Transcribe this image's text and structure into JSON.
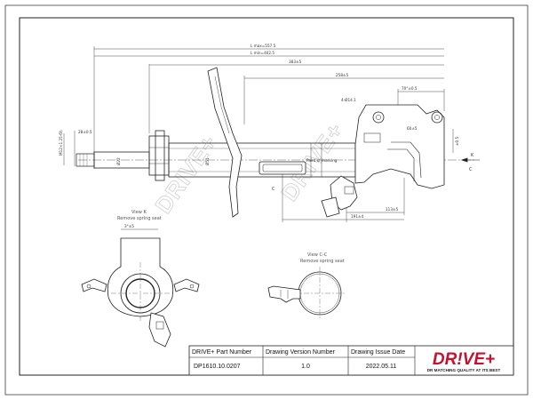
{
  "dimensions": {
    "l_max": "L max=557.5",
    "l_min": "L min=402.5",
    "d383": "383±5",
    "d258": "258±5",
    "d70": "70°±0.5",
    "d28": "28±0.5",
    "thread": "M12×1.25-6h",
    "holes": "4-Ø14.1",
    "d60": "60±5",
    "d113": "113±5",
    "d191": "191±4",
    "d22": "Ø22",
    "d51": "Ø51",
    "side": "±0.5",
    "k": "K",
    "c1": "C",
    "c2": "C",
    "angle": "3°±5"
  },
  "notes": {
    "view_k": "View K",
    "view_k_sub": "Remove spring seat",
    "view_c": "View C-C",
    "view_c_sub": "Remove spring seat",
    "paint": "Paint of marking"
  },
  "watermark": "DRIVE+",
  "title_block": {
    "col1_header": "DRIVE+ Part Number",
    "col2_header": "Drawing Version Number",
    "col3_header": "Drawing Issue Date",
    "part_number": "DP1610.10.0207",
    "version": "1.0",
    "issue_date": "2022.05.11"
  },
  "brand": {
    "logo": "DR!VE+",
    "slogan": "DR MATCHING QUALITY AT ITS BEST"
  },
  "colors": {
    "brand_red": "#c8102e",
    "line": "#222222",
    "watermark": "#d4d4d4"
  }
}
